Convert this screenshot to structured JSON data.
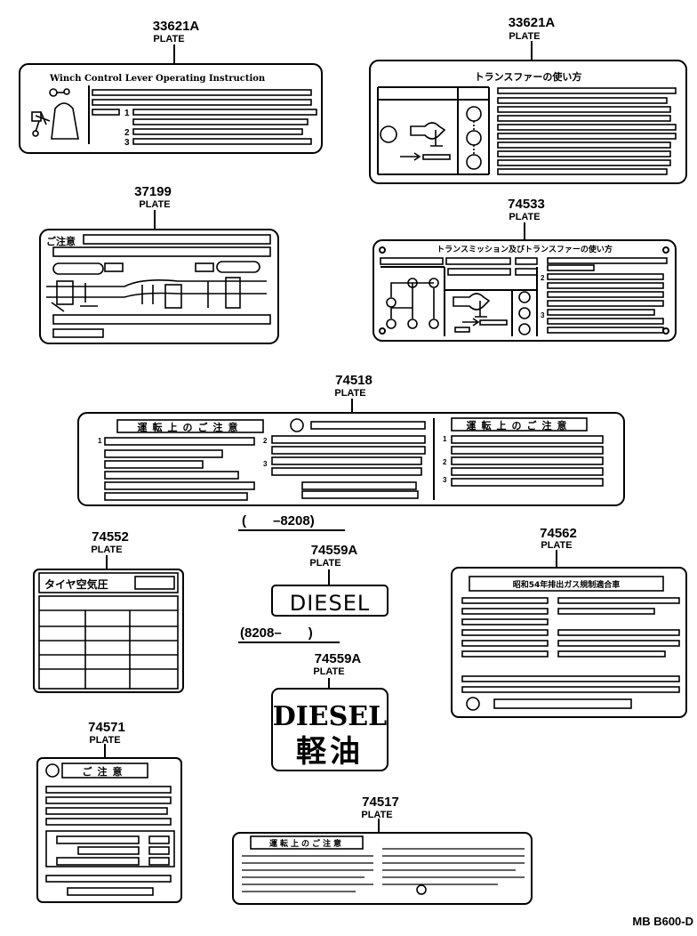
{
  "plate_word": "PLATE",
  "parts": {
    "p33621a_left": "33621A",
    "p33621a_right": "33621A",
    "p37199": "37199",
    "p74533": "74533",
    "p74518": "74518",
    "p74552": "74552",
    "p74559a_top": "74559A",
    "p74559a_bottom": "74559A",
    "p74562": "74562",
    "p74571": "74571",
    "p74517": "74517"
  },
  "ranges": {
    "until": "(　　–8208)",
    "from": "(8208–　　)"
  },
  "plates": {
    "winch_title": "Winch Control  Lever Operating  Instruction",
    "transfer_title": "トランスファーの使い方",
    "caution_37199": "ご注意",
    "transmission_title": "トランスミッション及びトランスファーの使い方",
    "driving_caution": "運転上のご注意",
    "operating_caution": "運転上のご注意",
    "tire_pressure": "タイヤ空気圧",
    "emission_title": "昭和54年排出ガス規制適合車",
    "caution_74571": "ご注意",
    "caution_74517": "運転上のご注意",
    "diesel": "DIESEL",
    "light_oil": "軽油",
    "num_1": "1",
    "num_2": "2",
    "num_3": "3"
  },
  "footer": {
    "code": "MB  B600-D"
  }
}
